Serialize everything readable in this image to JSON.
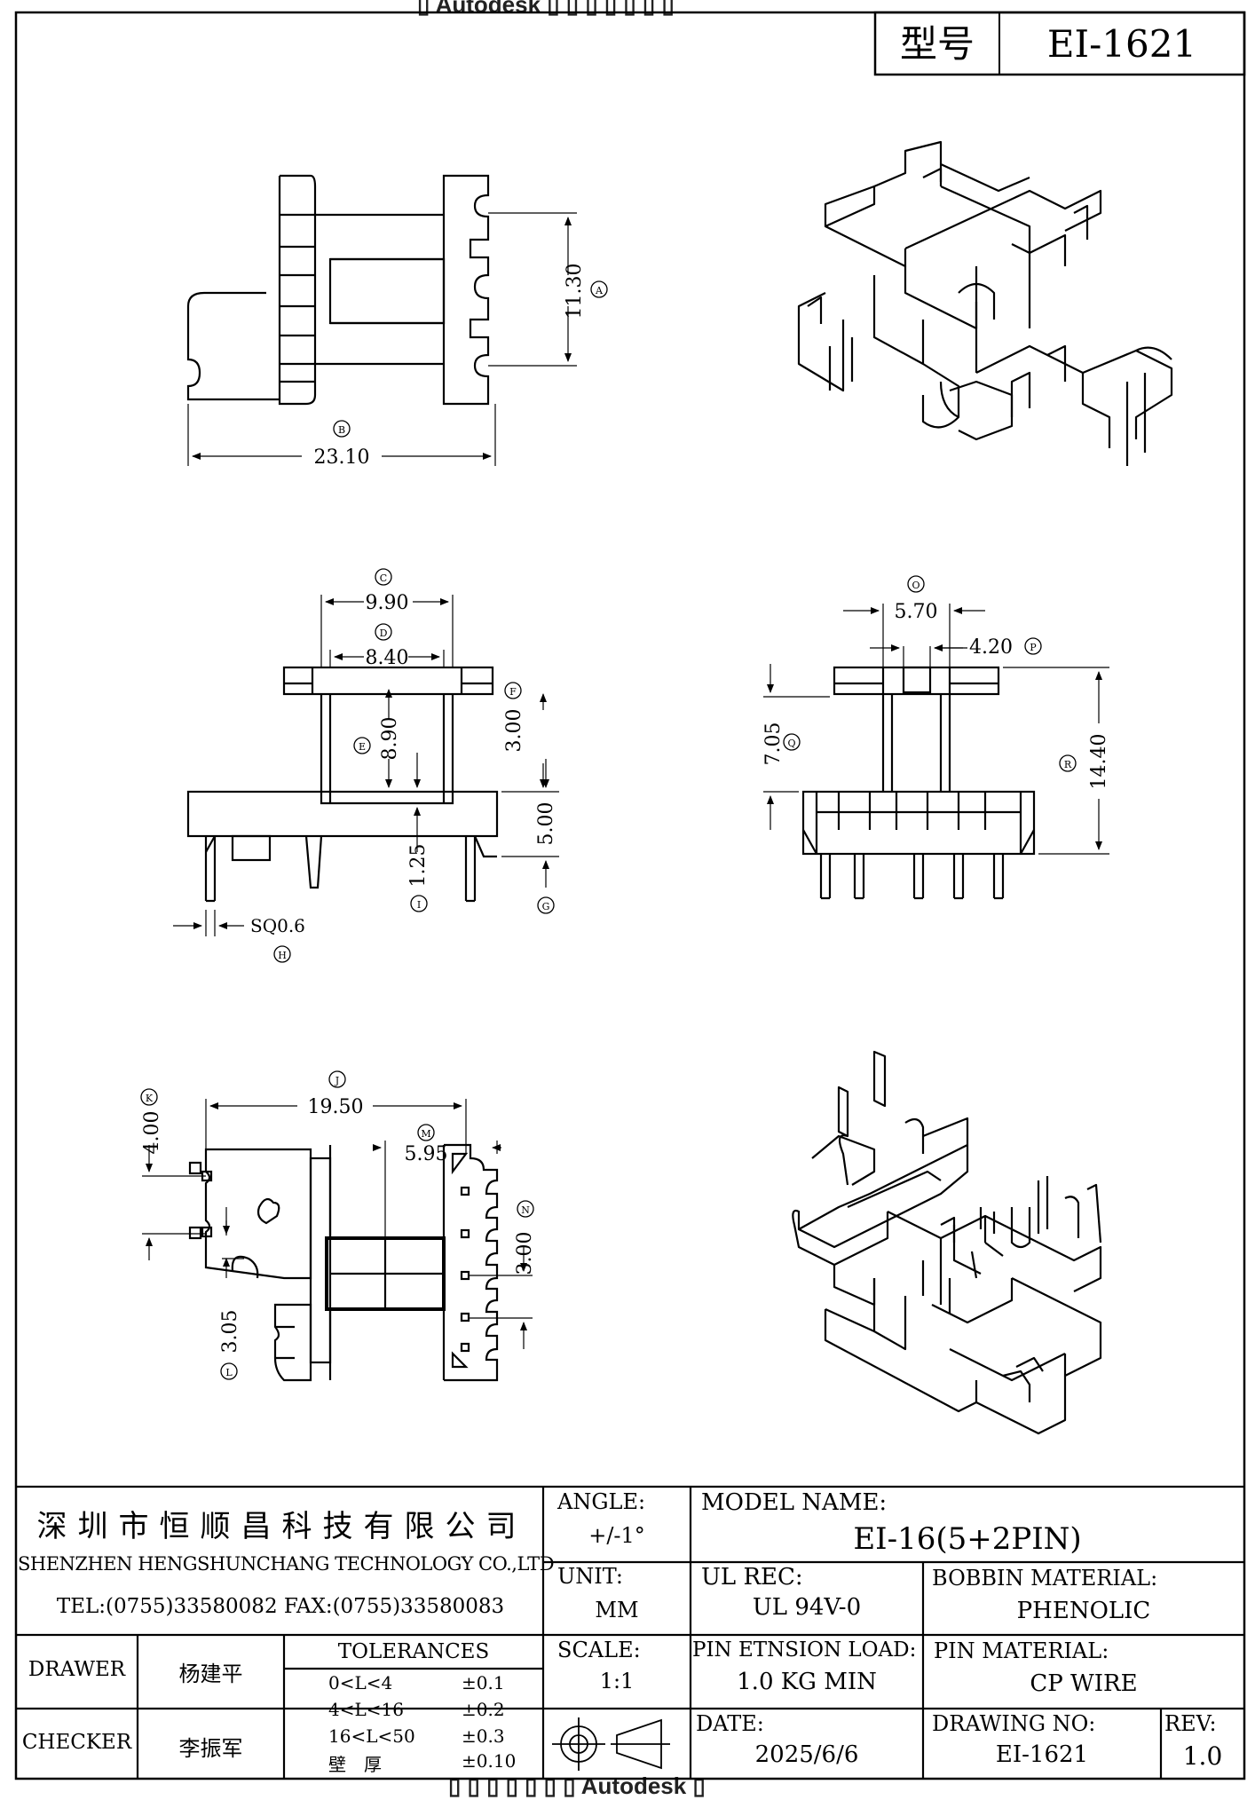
{
  "watermark_top": "▯ Autodesk ▯ ▯ ▯ ▯ ▯ ▯ ▯",
  "watermark_bottom": "▯ ▯ ▯ ▯ ▯ ▯ ▯ Autodesk ▯",
  "header": {
    "model_label": "型号",
    "model_value": "EI-1621"
  },
  "dimensions": {
    "top_view": {
      "d11_30": "11.30",
      "d23_10": "23.10",
      "tag_a": "A",
      "tag_b": "B"
    },
    "front_view": {
      "d9_90": "9.90",
      "d8_40": "8.40",
      "d3_00": "3.00",
      "d8_90": "8.90",
      "d5_00": "5.00",
      "d1_25": "1.25",
      "sq": "SQ0.6",
      "tag_c": "C",
      "tag_d": "D",
      "tag_e": "E",
      "tag_f": "F",
      "tag_g": "G",
      "tag_h": "H",
      "tag_i": "I"
    },
    "side_view": {
      "d5_70": "5.70",
      "d4_20": "4.20",
      "d7_05": "7.05",
      "d14_40": "14.40",
      "tag_o": "O",
      "tag_p": "P",
      "tag_q": "Q",
      "tag_r": "R"
    },
    "bottom_view": {
      "d19_50": "19.50",
      "d4_00": "4.00",
      "d5_95": "5.95",
      "d3_00": "3.00",
      "d3_05": "3.05",
      "tag_j": "J",
      "tag_k": "K",
      "tag_m": "M",
      "tag_n": "N",
      "tag_l": "L"
    }
  },
  "title_block": {
    "company_cn": "深圳市恒顺昌科技有限公司",
    "company_en": "SHENZHEN HENGSHUNCHANG TECHNOLOGY CO.,LTD",
    "contact": "TEL:(0755)33580082 FAX:(0755)33580083",
    "angle_label": "ANGLE:",
    "angle_value": "+/-1°",
    "unit_label": "UNIT:",
    "unit_value": "MM",
    "scale_label": "SCALE:",
    "scale_value": "1:1",
    "model_name_label": "MODEL NAME:",
    "model_name_value": "EI-16(5+2PIN)",
    "ul_label": "UL REC:",
    "ul_value": "UL 94V-0",
    "bobbin_label": "BOBBIN MATERIAL:",
    "bobbin_value": "PHENOLIC",
    "pin_load_label": "PIN ETNSION LOAD:",
    "pin_load_value": "1.0 KG MIN",
    "pin_material_label": "PIN MATERIAL:",
    "pin_material_value": "CP WIRE",
    "date_label": "DATE:",
    "date_value": "2025/6/6",
    "drawing_no_label": "DRAWING NO:",
    "drawing_no_value": "EI-1621",
    "rev_label": "REV:",
    "rev_value": "1.0",
    "drawer_label": "DRAWER",
    "drawer_name": "杨建平",
    "checker_label": "CHECKER",
    "checker_name": "李振军",
    "tolerances_label": "TOLERANCES",
    "tolerances": [
      {
        "range": "0<L<4",
        "value": "±0.1"
      },
      {
        "range": "4<L<16",
        "value": "±0.2"
      },
      {
        "range": "16<L<50",
        "value": "±0.3"
      },
      {
        "range": "壁　厚",
        "value": "±0.10"
      }
    ]
  }
}
